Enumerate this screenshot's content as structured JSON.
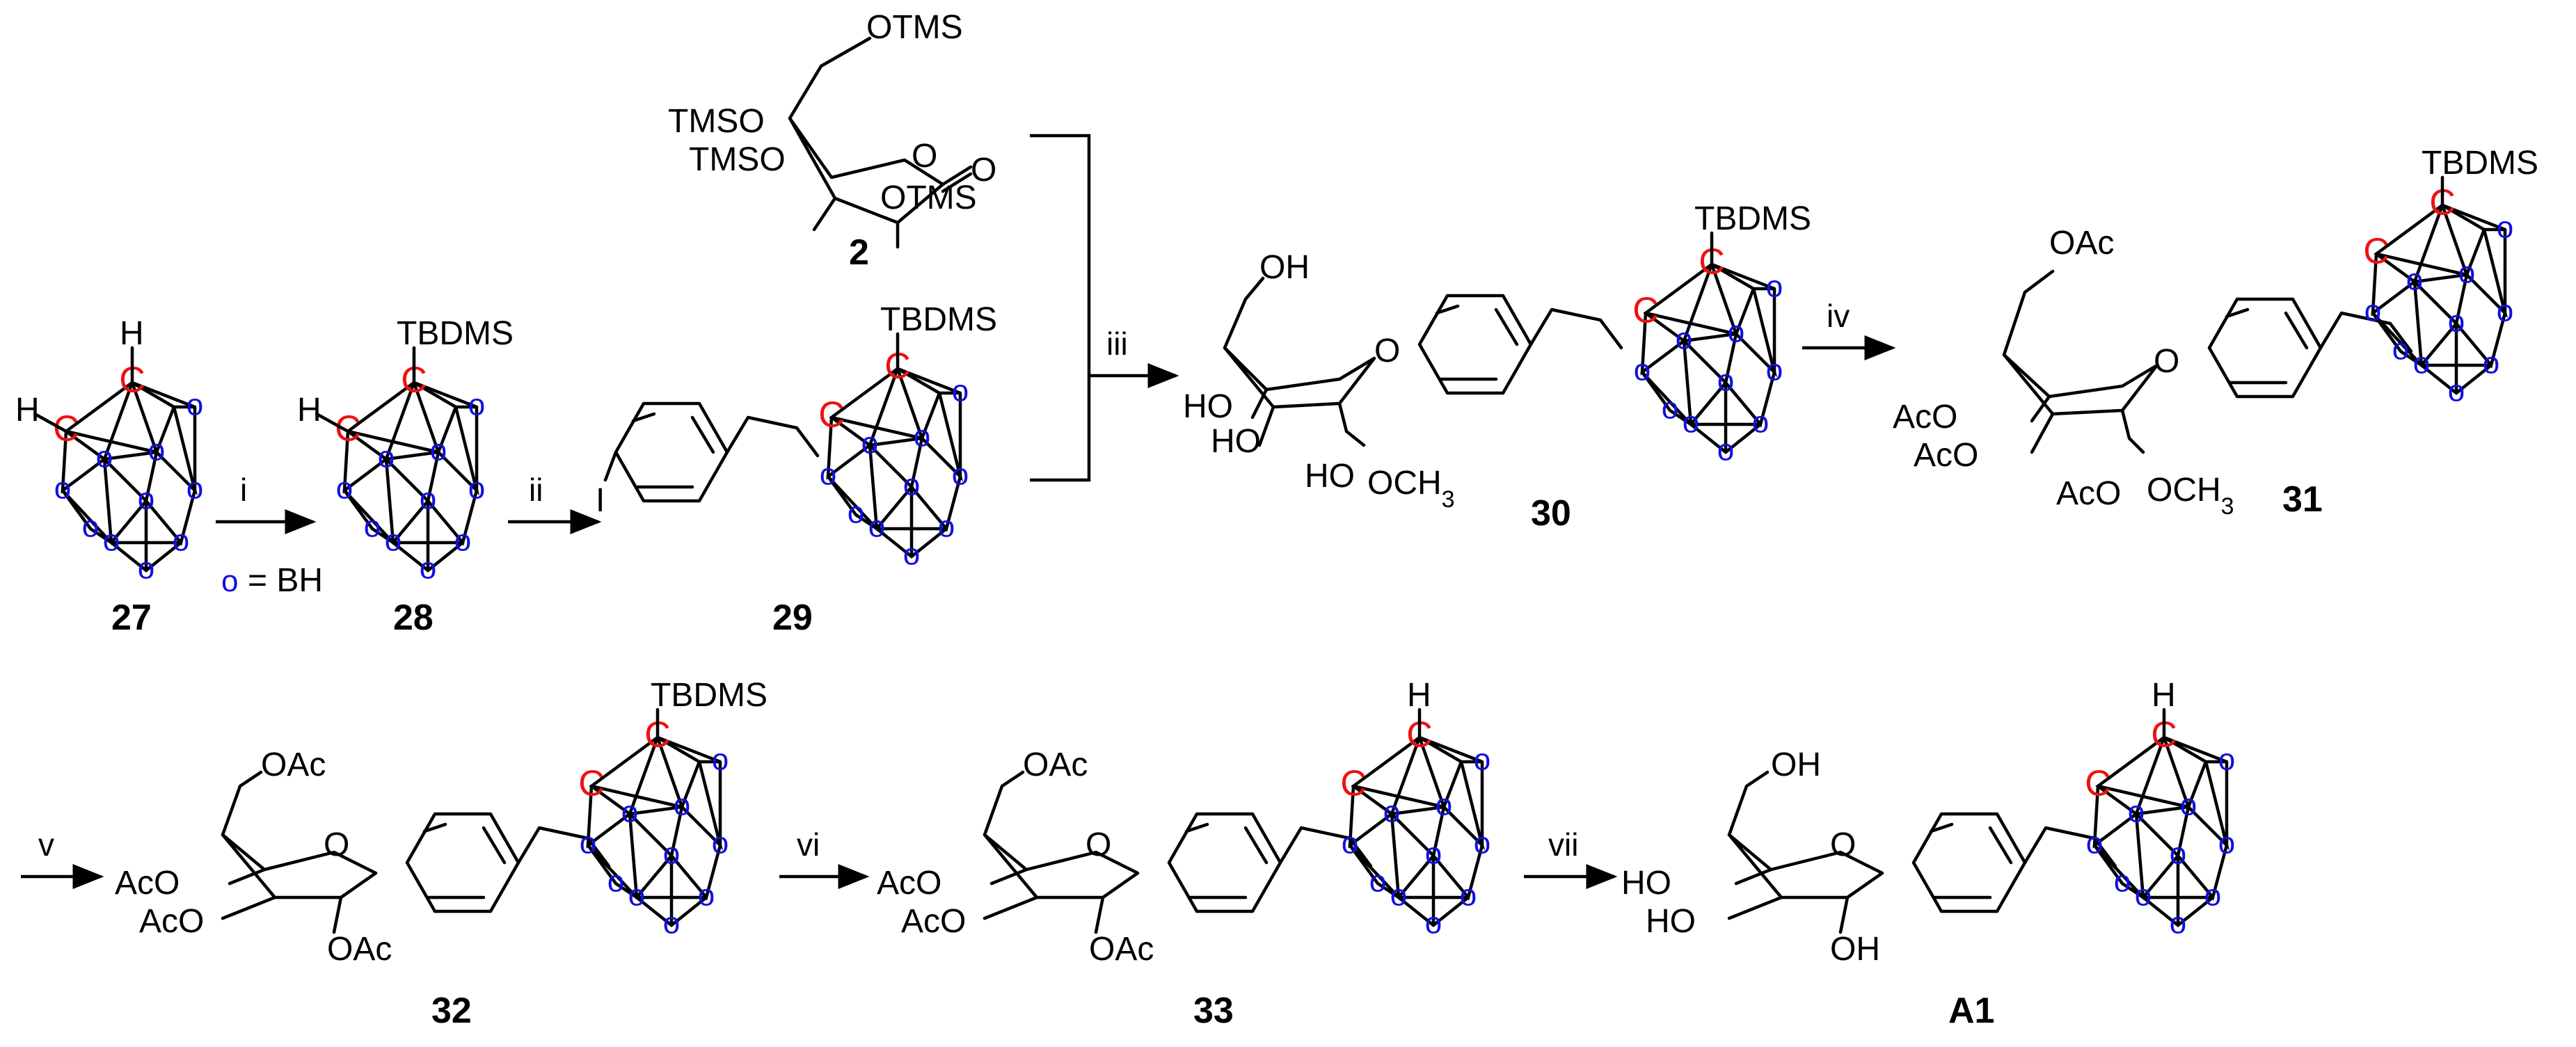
{
  "colors": {
    "carbon": "#ee1111",
    "boron": "#1010e0",
    "ink": "#000000"
  },
  "atoms": {
    "carbon": "C",
    "boron_vertex": "o",
    "hydrogen": "H"
  },
  "legend": {
    "symbol": "o",
    "text": "= BH"
  },
  "groups": {
    "tbdms": "TBDMS",
    "otms": "OTMS",
    "tmso": "TMSO",
    "oac": "OAc",
    "aco": "AcO",
    "oh": "OH",
    "ho": "HO",
    "och3": "OCH",
    "och3_sub": "3",
    "ring_o": "O",
    "iodo": "I"
  },
  "compounds": {
    "c2": "2",
    "c27": "27",
    "c28": "28",
    "c29": "29",
    "c30": "30",
    "c31": "31",
    "c32": "32",
    "c33": "33",
    "a1": "A1"
  },
  "steps": {
    "i": "i",
    "ii": "ii",
    "iii": "iii",
    "iv": "iv",
    "v": "v",
    "vi": "vi",
    "vii": "vii"
  }
}
